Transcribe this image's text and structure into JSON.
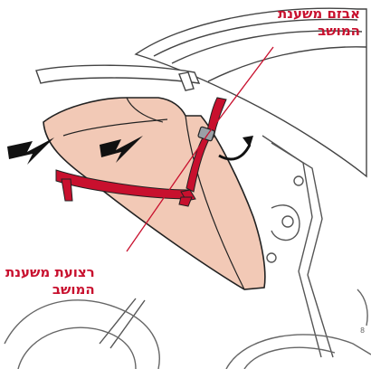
{
  "labels": {
    "seat_buckle": {
      "line1": "אבזם משענת",
      "line2": "המושב"
    },
    "seat_strap": {
      "line1": "רצועת משענת",
      "line2": "המושב"
    }
  },
  "colors": {
    "accent_red": "#c8102e",
    "seat_fill": "#f2c9b6",
    "outline": "#222222",
    "frame": "#555555"
  },
  "icons": {
    "arrow_left_large": "arrow-left-icon",
    "arrow_left_small": "arrow-left-icon",
    "rotate_arrow": "curved-arrow-icon"
  }
}
